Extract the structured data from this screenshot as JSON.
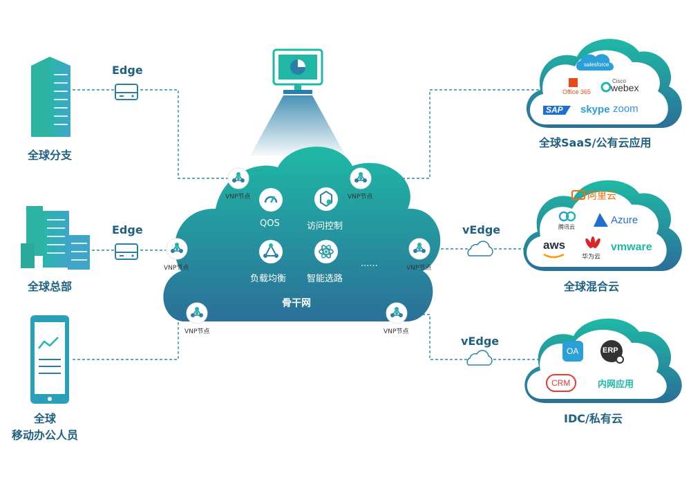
{
  "left_sites": [
    {
      "label": "全球分支",
      "icon": "office-tower-icon"
    },
    {
      "label": "全球总部",
      "icon": "headquarters-buildings-icon"
    },
    {
      "label": "全球\n移动办公人员",
      "icon": "mobile-tablet-icon"
    }
  ],
  "edge_labels": [
    "Edge",
    "Edge"
  ],
  "vedge_labels": [
    "vEdge",
    "vEdge"
  ],
  "vnp_node_label": "VNP节点",
  "core": {
    "label": "骨干网",
    "features": [
      "QOS",
      "访问控制",
      "负载均衡",
      "智能选路"
    ],
    "more": "......"
  },
  "right_clouds": [
    {
      "label": "全球SaaS/公有云应用",
      "brands": [
        "salesforce",
        "Office 365",
        "Cisco",
        "webex",
        "SAP",
        "skype",
        "zoom"
      ]
    },
    {
      "label": "全球混合云",
      "brands": [
        "阿里云",
        "腾讯云",
        "Azure",
        "aws",
        "华为云",
        "vmware"
      ]
    },
    {
      "label": "IDC/私有云",
      "brands": [
        "OA",
        "ERP",
        "CRM",
        "内网应用"
      ]
    }
  ],
  "colors": {
    "teal": "#1fb7a6",
    "blue": "#2a7fa8",
    "label_blue": "#1f5f82",
    "dashed_line": "#2b8a9e"
  }
}
